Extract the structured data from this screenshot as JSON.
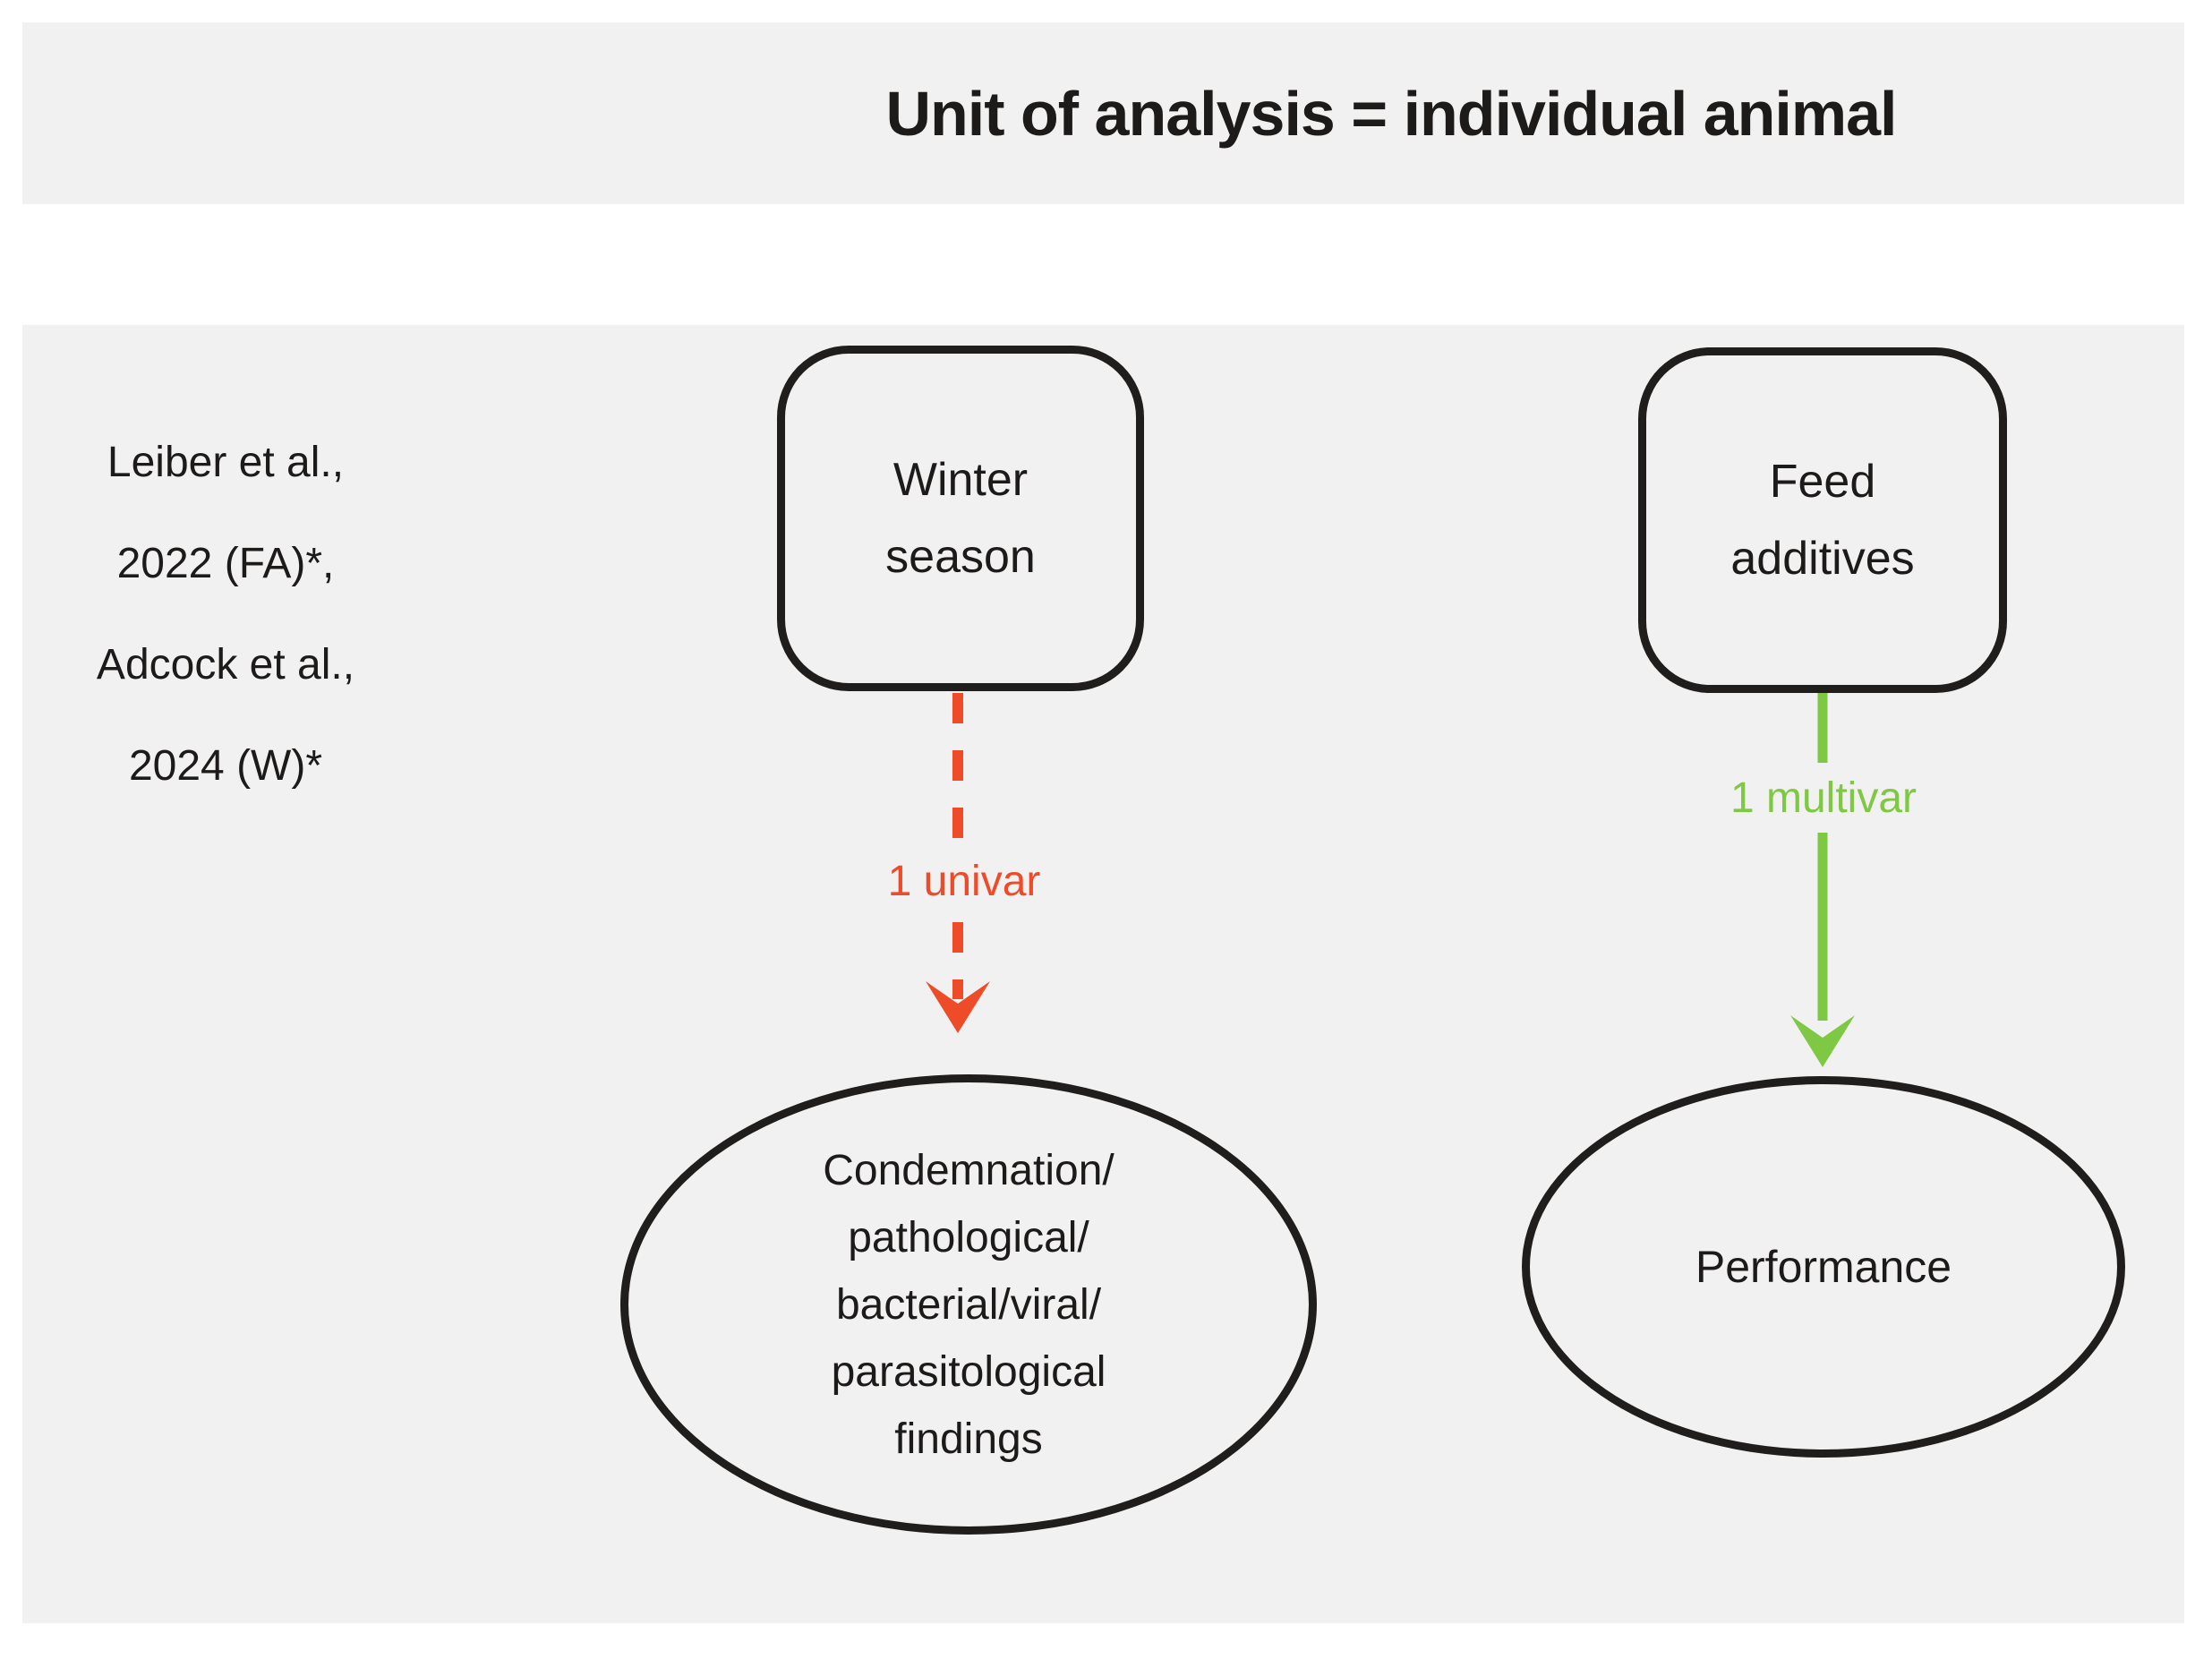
{
  "header": {
    "title": "Unit of analysis = individual animal"
  },
  "citation": {
    "lines": [
      "Leiber et al.,",
      "2022 (FA)*,",
      "Adcock et al.,",
      "2024 (W)*"
    ]
  },
  "nodes": {
    "winter": {
      "lines": [
        "Winter",
        "season"
      ]
    },
    "feed": {
      "lines": [
        "Feed",
        "additives"
      ]
    },
    "condemnation": {
      "lines": [
        "Condemnation/",
        "pathological/",
        "bacterial/viral/",
        "parasitological",
        "findings"
      ]
    },
    "performance": {
      "label": "Performance"
    }
  },
  "arrows": {
    "univar": {
      "label": "1 univar",
      "color": "#ee4b28",
      "style": "dashed"
    },
    "multivar": {
      "label": "1 multivar",
      "color": "#7fc843",
      "style": "solid"
    }
  },
  "colors": {
    "panel_bg": "#f2f1f1",
    "outline": "#201d1d",
    "text": "#1d1a1a",
    "red_accent": "#ee4b28",
    "green_accent": "#7fc843"
  }
}
